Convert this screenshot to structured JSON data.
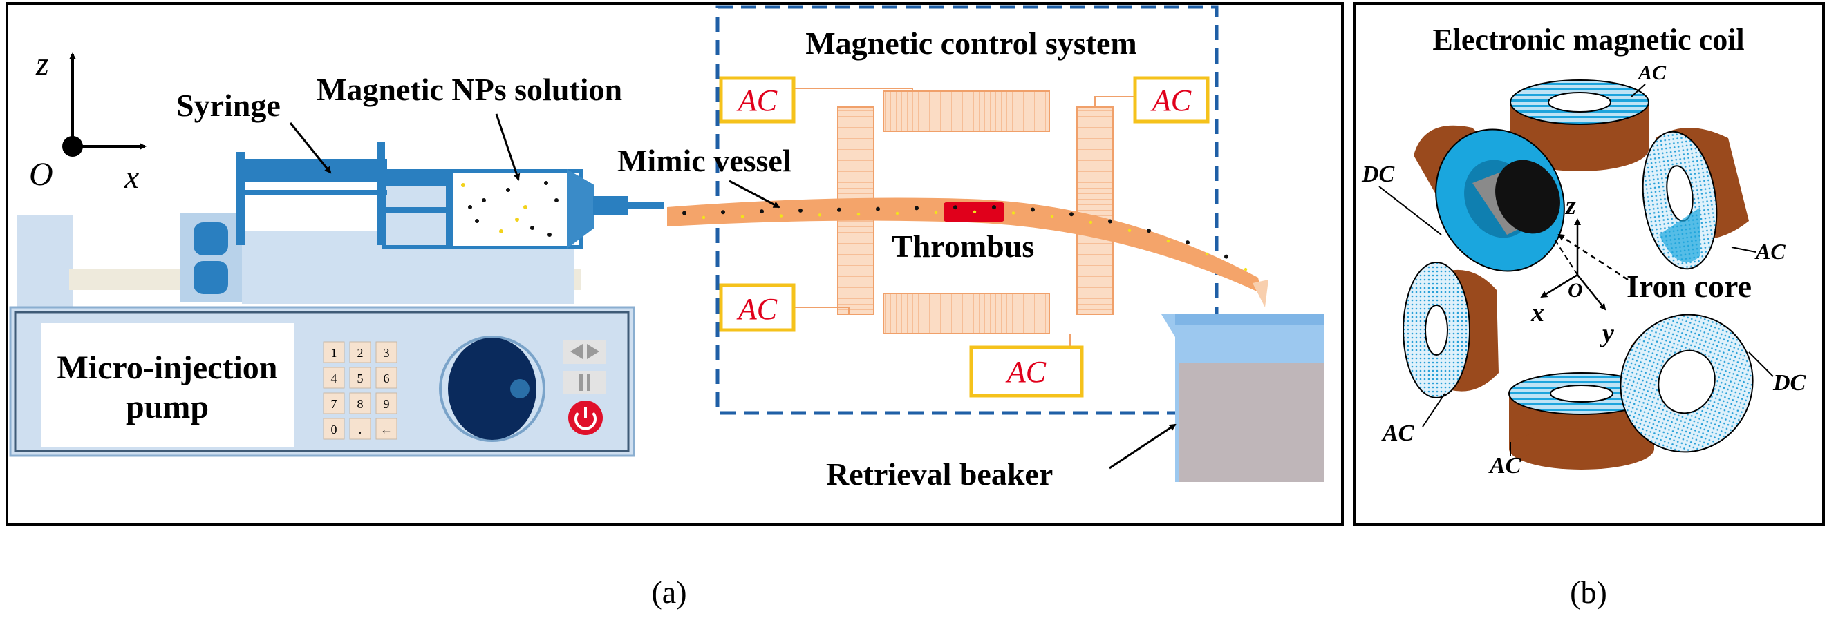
{
  "panel_a": {
    "axes": {
      "z": "z",
      "x": "x",
      "origin": "O"
    },
    "labels": {
      "syringe": "Syringe",
      "np_solution": "Magnetic NPs solution",
      "magnetic_control": "Magnetic control system",
      "mimic_vessel": "Mimic vessel",
      "thrombus": "Thrombus",
      "retrieval_beaker": "Retrieval beaker",
      "pump_line1": "Micro-injection",
      "pump_line2": "pump"
    },
    "ac_boxes": [
      "AC",
      "AC",
      "AC",
      "AC"
    ],
    "keypad": [
      "1",
      "2",
      "3",
      "4",
      "5",
      "6",
      "7",
      "8",
      "9",
      "0",
      ".",
      "←"
    ],
    "caption": "(a)"
  },
  "panel_b": {
    "title": "Electronic magnetic coil",
    "labels": {
      "ac_top": "AC",
      "dc_left": "DC",
      "ac_right": "AC",
      "iron_core": "Iron core",
      "ac_left": "AC",
      "ac_bottom": "AC",
      "dc_right": "DC",
      "axis_z": "z",
      "axis_x": "x",
      "axis_y": "y",
      "axis_o": "O"
    },
    "caption": "(b)"
  },
  "colors": {
    "frame": "#000000",
    "dashed": "#1f5fa6",
    "vessel": "#f4a46a",
    "thrombus": "#e0001b",
    "ac_border": "#f5c21b",
    "ac_text": "#e0001b",
    "pump_body": "#cfdff0",
    "coil_brown": "#9a4a1d",
    "coil_blue": "#1aa6de"
  }
}
